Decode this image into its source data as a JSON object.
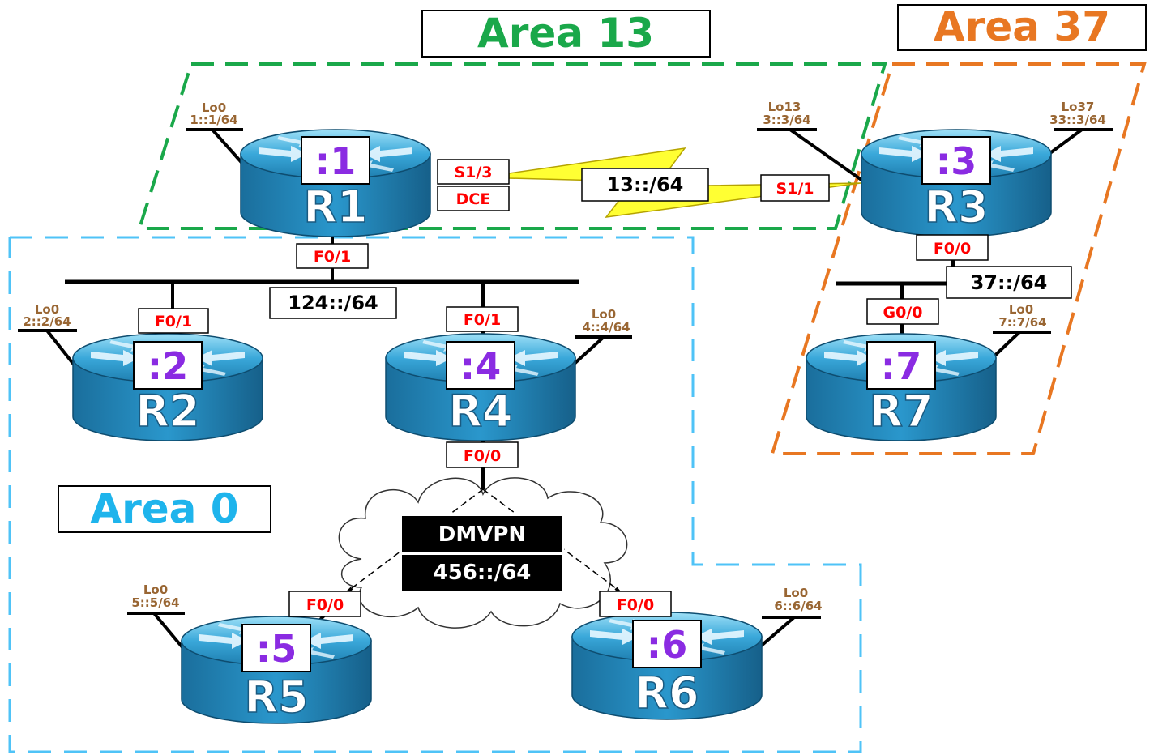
{
  "colors": {
    "area0": "#4fc3f7",
    "area13": "#1aa84a",
    "area37": "#e87722",
    "interface_label": "#ff0000",
    "loopback_label": "#996633",
    "router_id": "#8a2be2",
    "router_body": "#1f8ec2",
    "serial_link": "#ffff33"
  },
  "areas": {
    "area13": {
      "label": "Area 13"
    },
    "area37": {
      "label": "Area 37"
    },
    "area0": {
      "label": "Area 0"
    }
  },
  "routers": {
    "r1": {
      "name": "R1",
      "id": ":1",
      "loopback_name": "Lo0",
      "loopback_addr": "1::1/64",
      "icon": "router-icon"
    },
    "r2": {
      "name": "R2",
      "id": ":2",
      "loopback_name": "Lo0",
      "loopback_addr": "2::2/64",
      "icon": "router-icon"
    },
    "r3": {
      "name": "R3",
      "id": ":3",
      "loopback_name": "Lo13",
      "loopback_addr": "3::3/64",
      "loopback2_name": "Lo37",
      "loopback2_addr": "33::3/64",
      "icon": "router-icon"
    },
    "r4": {
      "name": "R4",
      "id": ":4",
      "loopback_name": "Lo0",
      "loopback_addr": "4::4/64",
      "icon": "router-icon"
    },
    "r5": {
      "name": "R5",
      "id": ":5",
      "loopback_name": "Lo0",
      "loopback_addr": "5::5/64",
      "icon": "router-icon"
    },
    "r6": {
      "name": "R6",
      "id": ":6",
      "loopback_name": "Lo0",
      "loopback_addr": "6::6/64",
      "icon": "router-icon"
    },
    "r7": {
      "name": "R7",
      "id": ":7",
      "loopback_name": "Lo0",
      "loopback_addr": "7::7/64",
      "icon": "router-icon"
    }
  },
  "interfaces": {
    "r1_serial": "S1/3",
    "r1_dce": "DCE",
    "r3_serial": "S1/1",
    "r1_lan": "F0/1",
    "r2_lan": "F0/1",
    "r4_lan": "F0/1",
    "r4_dmvpn": "F0/0",
    "r5_dmvpn": "F0/0",
    "r6_dmvpn": "F0/0",
    "r3_lan": "F0/0",
    "r7_lan": "G0/0"
  },
  "networks": {
    "serial": "13::/64",
    "lan124": "124::/64",
    "lan37": "37::/64",
    "dmvpn_name": "DMVPN",
    "dmvpn_net": "456::/64"
  }
}
